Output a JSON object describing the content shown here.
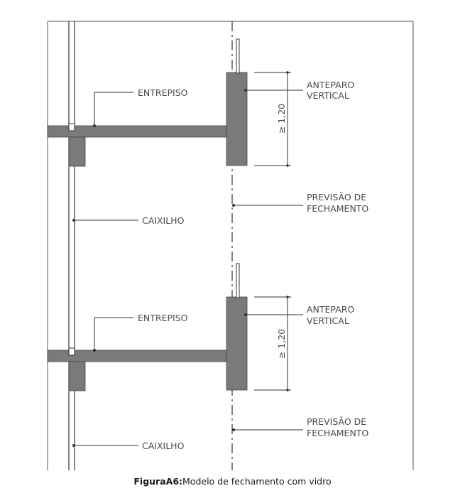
{
  "labels": {
    "entrepiso": "ENTREPISO",
    "caixilho": "CAIXILHO",
    "anteparo_line1": "ANTEPARO",
    "anteparo_line2": "VERTICAL",
    "previsao_line1": "PREVISÃO DE",
    "previsao_line2": "FECHAMENTO",
    "dimension": "≥ 1,20"
  },
  "caption": {
    "prefix": "FiguraA6:",
    "text": "Modelo de fechamento com vidro"
  },
  "colors": {
    "concrete": "#7a7a7a",
    "line": "#3a3a3a",
    "frame": "#555555"
  }
}
